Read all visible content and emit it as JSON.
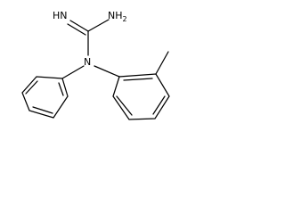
{
  "molecule": {
    "labels": {
      "imine": "HN",
      "amine": "NH2",
      "central_nitrogen": "N"
    }
  },
  "colors": {
    "bond": "#000000",
    "background": "#ffffff"
  }
}
